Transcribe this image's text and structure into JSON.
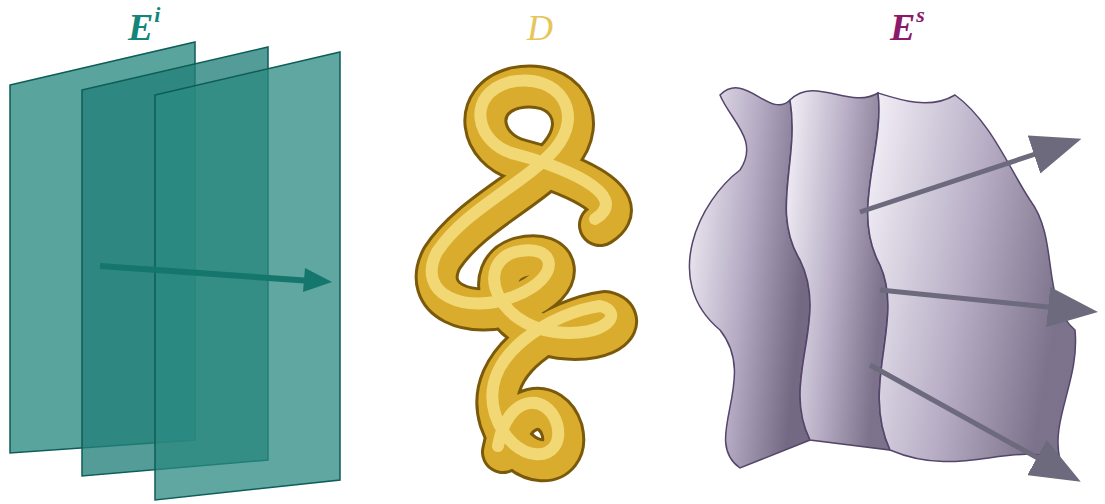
{
  "diagram": {
    "labels": [
      "E",
      "i",
      "D",
      "E",
      "s"
    ]
  }
}
